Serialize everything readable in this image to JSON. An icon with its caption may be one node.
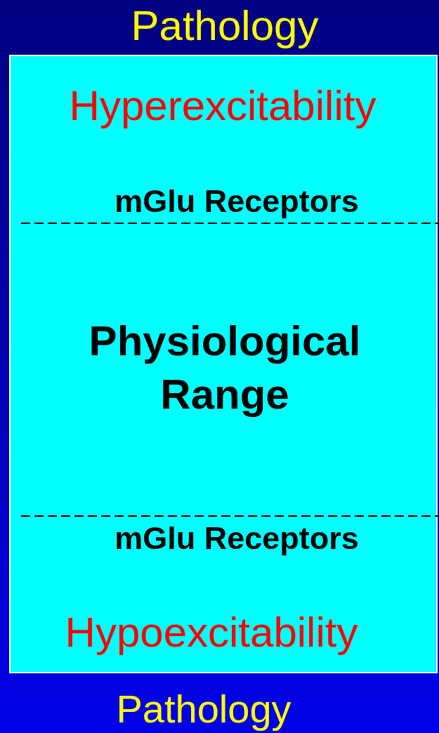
{
  "diagram": {
    "nodes": [
      {
        "text": [
          "Hyperexcitability",
          "mGlu Receptors",
          "Physiological Range",
          "mGlu Receptors",
          "Hypoexcitability"
        ]
      }
    ],
    "labels": [
      "Pathology",
      "Pathology"
    ]
  }
}
